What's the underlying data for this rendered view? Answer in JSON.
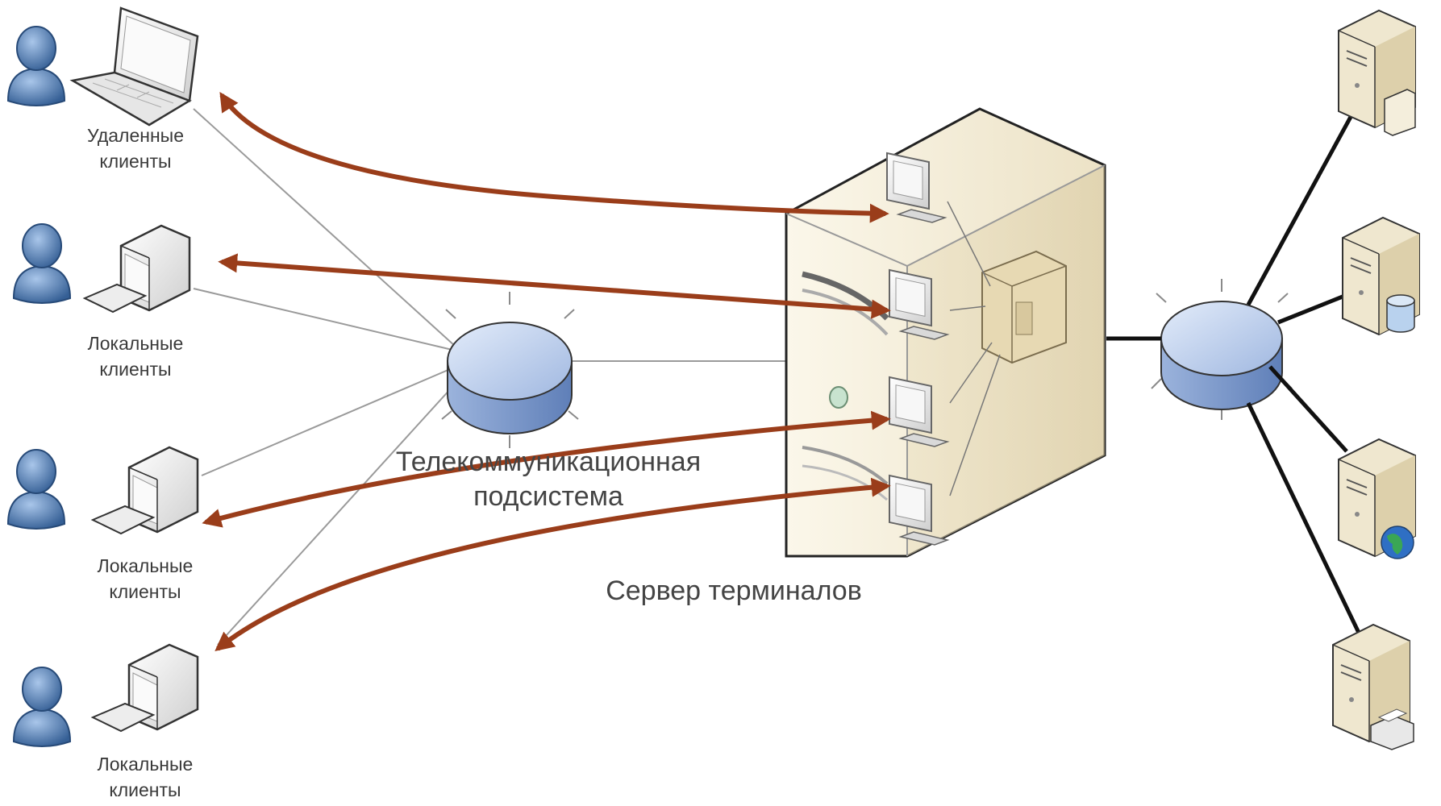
{
  "labels": {
    "remote_clients": [
      "Удаленные",
      "клиенты"
    ],
    "local_clients": [
      "Локальные",
      "клиенты"
    ],
    "telecom": [
      "Телекоммуникационная",
      "подсистема"
    ],
    "terminal_server": "Сервер терминалов"
  },
  "colors": {
    "arrow": "#9a3d1a",
    "user_body": "#3f6fa8",
    "user_light": "#8fb3de",
    "hub_top": "#c5d6ef",
    "hub_side": "#7f9ccf",
    "server_face": "#f3ecd8",
    "server_side": "#e2d5b2",
    "line_thin": "#9a9a9a",
    "line_thick": "#111111"
  },
  "icons": {
    "users": "user-icon",
    "laptop": "laptop-icon",
    "workstation": "workstation-icon",
    "hub": "network-hub-icon",
    "server": "server-tower-icon"
  }
}
